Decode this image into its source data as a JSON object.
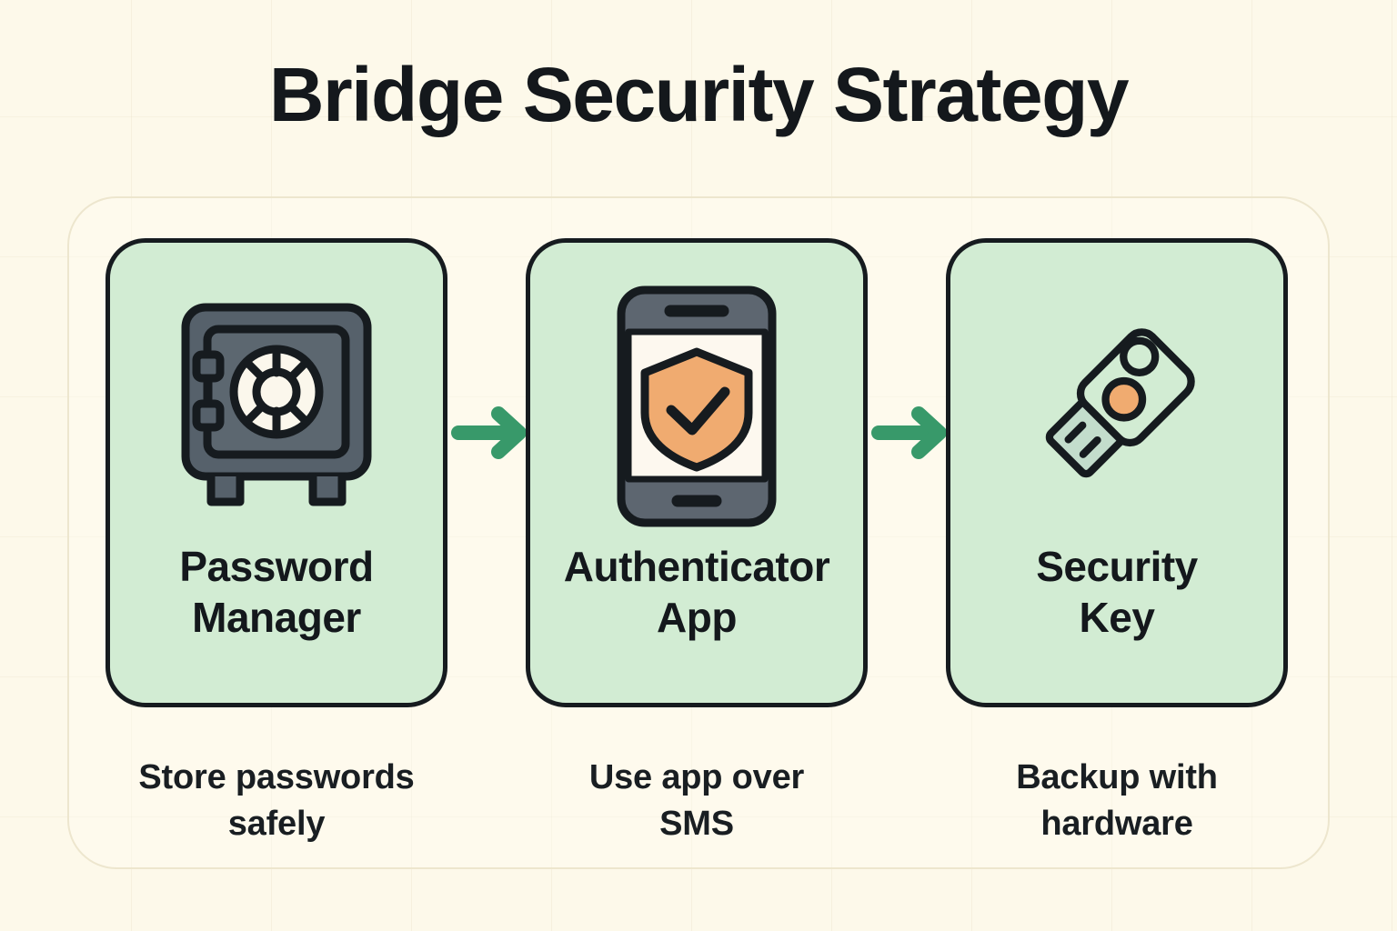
{
  "page": {
    "title": "Bridge Security Strategy",
    "background_color": "#fdf9ea",
    "card_fill_color": "#d2ecd3",
    "card_border_color": "#161b1f",
    "arrow_color": "#38996a",
    "accent_orange": "#f0ab70",
    "icon_gray": "#56616b",
    "text_color": "#14181c"
  },
  "diagram": {
    "type": "horizontal-flow",
    "steps": [
      {
        "id": "step-1",
        "icon": "safe-icon",
        "title": "Password\nManager",
        "title_line_1": "Password",
        "title_line_2": "Manager",
        "caption": "Store passwords safely",
        "caption_line_1": "Store passwords",
        "caption_line_2": "safely"
      },
      {
        "id": "step-2",
        "icon": "phone-shield-check-icon",
        "title": "Authenticator\nApp",
        "title_line_1": "Authenticator",
        "title_line_2": "App",
        "caption": "Use app over SMS",
        "caption_line_1": "Use app over",
        "caption_line_2": "SMS"
      },
      {
        "id": "step-3",
        "icon": "usb-security-key-icon",
        "title": "Security\nKey",
        "title_line_1": "Security",
        "title_line_2": "Key",
        "caption": "Backup with hardware",
        "caption_line_1": "Backup with",
        "caption_line_2": "hardware"
      }
    ],
    "connectors": [
      {
        "id": "arrow-1",
        "from": "step-1",
        "to": "step-2",
        "icon": "arrow-right-icon"
      },
      {
        "id": "arrow-2",
        "from": "step-2",
        "to": "step-3",
        "icon": "arrow-right-icon"
      }
    ]
  }
}
